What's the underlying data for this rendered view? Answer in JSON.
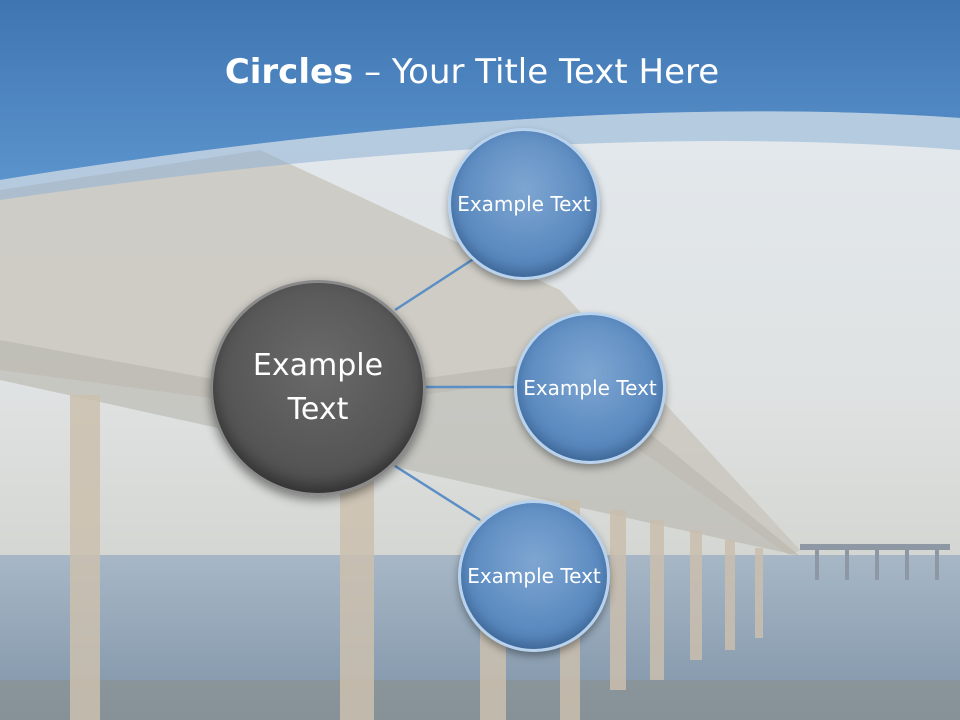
{
  "title": {
    "bold": "Circles",
    "rest": " – Your Title Text Here"
  },
  "colors": {
    "header": "#4f86c0",
    "node": "#5d8cc1",
    "center": "#555555",
    "connector": "#5b8fc6"
  },
  "center": {
    "label": "Example Text"
  },
  "nodes": [
    {
      "label": "Example Text"
    },
    {
      "label": "Example Text"
    },
    {
      "label": "Example Text"
    }
  ]
}
